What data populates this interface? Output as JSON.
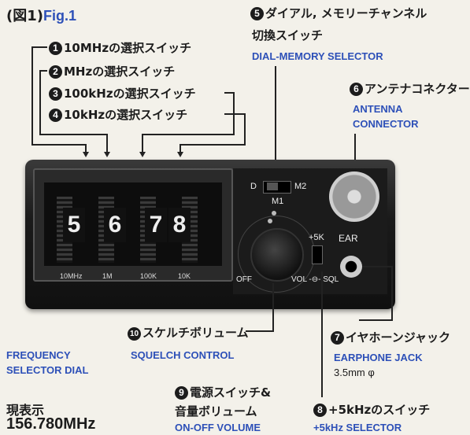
{
  "figure_label": {
    "prefix": "(図1)",
    "fig": "Fig.1"
  },
  "labels": {
    "l1": {
      "num": "1",
      "jp": "10MHzの選択スイッチ"
    },
    "l2": {
      "num": "2",
      "jp": "MHzの選択スイッチ"
    },
    "l3": {
      "num": "3",
      "jp": "100kHzの選択スイッチ"
    },
    "l4": {
      "num": "4",
      "jp": "10kHzの選択スイッチ"
    },
    "l5": {
      "num": "5",
      "jp1": "ダイアル, メモリーチャンネル",
      "jp2": "切換スイッチ",
      "en": "DIAL-MEMORY SELECTOR"
    },
    "l6": {
      "num": "6",
      "jp": "アンテナコネクター",
      "en1": "ANTENNA",
      "en2": "CONNECTOR"
    },
    "l7": {
      "num": "7",
      "jp": "イヤホーンジャック",
      "en1": "EARPHONE JACK",
      "en2": "3.5mm φ"
    },
    "l8": {
      "num": "8",
      "jp": "+5kHzのスイッチ",
      "en": "+5kHz SELECTOR"
    },
    "l9": {
      "num": "9",
      "jp1": "電源スイッチ&",
      "jp2": "音量ボリューム",
      "en": "ON-OFF VOLUME"
    },
    "l10": {
      "num": "10",
      "jp": "スケルチボリューム",
      "en": "SQUELCH CONTROL"
    },
    "freq_dial": {
      "en1": "FREQUENCY",
      "en2": "SELECTOR DIAL"
    }
  },
  "current_display": {
    "label": "現表示",
    "value": "156.780MHz"
  },
  "device": {
    "digits": [
      "5",
      "6",
      "7",
      "8"
    ],
    "scale": [
      "10MHz",
      "1M",
      "100K",
      "10K"
    ],
    "selector": {
      "d": "D",
      "m1": "M1",
      "m2": "M2"
    },
    "plus5k": "+5K",
    "ear": "EAR",
    "off": "OFF",
    "vol_sql": "VOL -⊖- SQL"
  }
}
